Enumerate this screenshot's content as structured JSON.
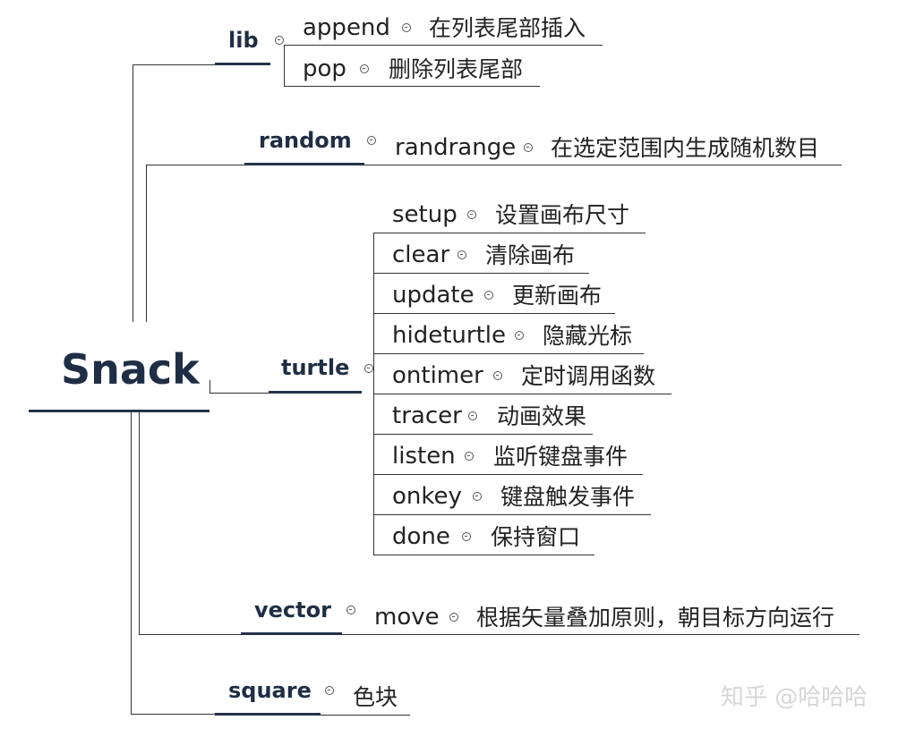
{
  "root": "Snack",
  "lib": {
    "label": "lib",
    "items": [
      {
        "name": "append",
        "desc": "在列表尾部插入"
      },
      {
        "name": "pop",
        "desc": "删除列表尾部"
      }
    ]
  },
  "random": {
    "label": "random",
    "items": [
      {
        "name": "randrange",
        "desc": "在选定范围内生成随机数目"
      }
    ]
  },
  "turtle": {
    "label": "turtle",
    "items": [
      {
        "name": "setup",
        "desc": "设置画布尺寸"
      },
      {
        "name": "clear",
        "desc": "清除画布"
      },
      {
        "name": "update",
        "desc": "更新画布"
      },
      {
        "name": "hideturtle",
        "desc": "隐藏光标"
      },
      {
        "name": "ontimer",
        "desc": "定时调用函数"
      },
      {
        "name": "tracer",
        "desc": "动画效果"
      },
      {
        "name": "listen",
        "desc": "监听键盘事件"
      },
      {
        "name": "onkey",
        "desc": "键盘触发事件"
      },
      {
        "name": "done",
        "desc": "保持窗口"
      }
    ]
  },
  "vector": {
    "label": "vector",
    "items": [
      {
        "name": "move",
        "desc": "根据矢量叠加原则，朝目标方向运行"
      }
    ]
  },
  "square": {
    "label": "square",
    "desc": "色块"
  },
  "watermark": "知乎 @哈哈哈"
}
